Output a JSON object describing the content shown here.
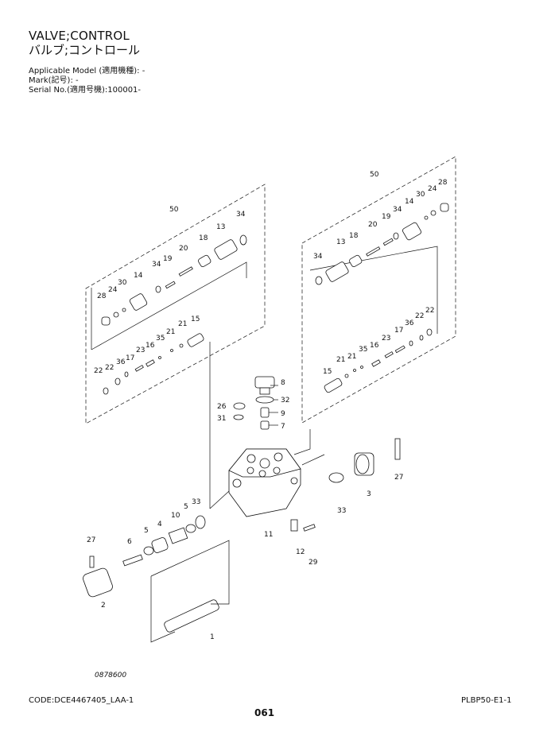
{
  "header": {
    "title_en": "VALVE;CONTROL",
    "title_jp": "バルブ;コントロール",
    "applicable_model": "Applicable Model (適用機種): -",
    "mark": "Mark(記号): -",
    "serial_no": "Serial No.(適用号機):100001-"
  },
  "callouts": {
    "left_group": [
      "50",
      "34",
      "13",
      "18",
      "20",
      "19",
      "34",
      "14",
      "30",
      "24",
      "28",
      "15",
      "21",
      "21",
      "35",
      "16",
      "23",
      "17",
      "36",
      "22",
      "22"
    ],
    "right_group": [
      "50",
      "28",
      "24",
      "30",
      "14",
      "34",
      "19",
      "20",
      "18",
      "13",
      "34",
      "22",
      "22",
      "36",
      "17",
      "23",
      "16",
      "35",
      "21",
      "21",
      "15"
    ],
    "body": [
      "8",
      "32",
      "9",
      "7",
      "26",
      "31",
      "11",
      "33",
      "3",
      "27",
      "12",
      "29"
    ],
    "spool": [
      "27",
      "6",
      "5",
      "4",
      "10",
      "5",
      "33",
      "2",
      "1"
    ]
  },
  "drawing_number": "0878600",
  "footer": {
    "code": "CODE:DCE4467405_LAA-1",
    "page": "061",
    "ref": "PLBP50-E1-1"
  }
}
